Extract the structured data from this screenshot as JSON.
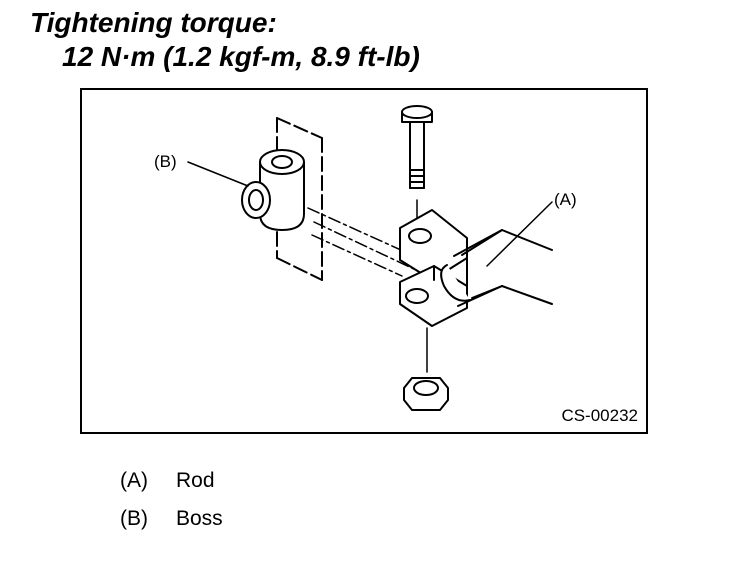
{
  "heading": {
    "line1": "Tightening torque:",
    "line2": "12 N·m (1.2 kgf-m, 8.9 ft-lb)"
  },
  "figure": {
    "callout_a": "(A)",
    "callout_b": "(B)",
    "code": "CS-00232"
  },
  "legend": [
    {
      "key": "(A)",
      "label": "Rod"
    },
    {
      "key": "(B)",
      "label": "Boss"
    }
  ]
}
